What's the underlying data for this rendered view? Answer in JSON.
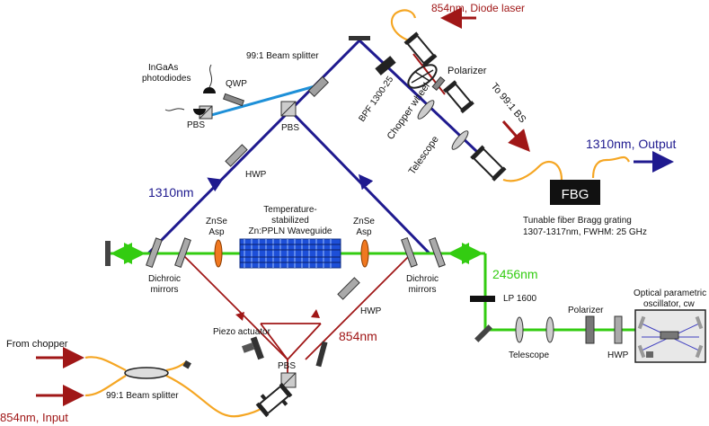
{
  "colors": {
    "blue": "#1f1a8f",
    "lightblue": "#1e90d8",
    "red": "#a01717",
    "green": "#33cc11",
    "orange": "#f5a623",
    "fiber": "#f5a623",
    "gray": "#a0a0a0",
    "dark": "#333333"
  },
  "labels": {
    "diode_laser": "854nm, Diode laser",
    "polarizer_top": "Polarizer",
    "to_bs": "To 99:1 BS",
    "chopper_wheel": "Chopper wheel",
    "bpf": "BPF 1300-25",
    "telescope_top": "Telescope",
    "beam_splitter_top": "99:1 Beam splitter",
    "ingaas_1": "InGaAs",
    "ingaas_2": "photodiodes",
    "qwp": "QWP",
    "pbs_left": "PBS",
    "pbs_center": "PBS",
    "hwp_top": "HWP",
    "nm1310": "1310nm",
    "output": "1310nm, Output",
    "fbg": "FBG",
    "fbg_desc_1": "Tunable fiber Bragg grating",
    "fbg_desc_2": "1307-1317nm, FWHM: 25 GHz",
    "temp_1": "Temperature-",
    "temp_2": "stabilized",
    "temp_3": "Zn:PPLN Waveguide",
    "znse_l_1": "ZnSe",
    "znse_l_2": "Asp",
    "znse_r_1": "ZnSe",
    "znse_r_2": "Asp",
    "dichroic_l_1": "Dichroic",
    "dichroic_l_2": "mirrors",
    "dichroic_r_1": "Dichroic",
    "dichroic_r_2": "mirrors",
    "nm2456": "2456nm",
    "lp1600": "LP 1600",
    "opo_1": "Optical parametric",
    "opo_2": "oscillator, cw",
    "polarizer_right": "Polarizer",
    "telescope_bottom": "Telescope",
    "hwp_right": "HWP",
    "hwp_mid": "HWP",
    "nm854": "854nm",
    "piezo": "Piezo actuator",
    "pbs_bottom": "PBS",
    "from_chopper": "From chopper",
    "beam_splitter_bottom": "99:1 Beam splitter",
    "input": "854nm, Input"
  }
}
